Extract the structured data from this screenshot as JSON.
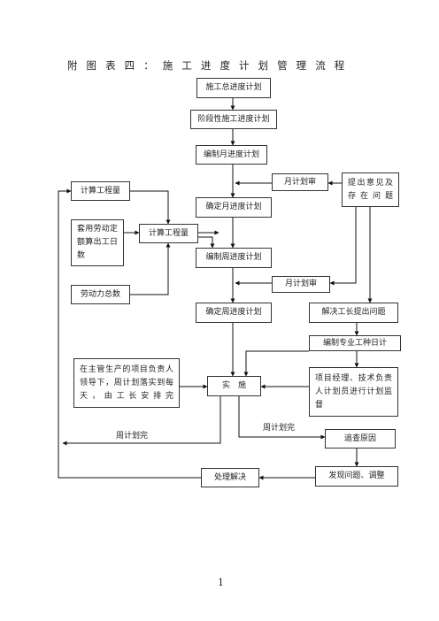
{
  "title": "附 图 表 四 ： 施 工 进 度 计 划 管 理 流 程",
  "nodes": {
    "total_plan": "施工总进度计划",
    "stage_plan": "阶段性施工进度计划",
    "make_month_plan": "编制月进度计划",
    "month_review_1": "月计划审",
    "suggest": "提出意见及存在问题",
    "calc_qty_1": "计算工程量",
    "confirm_month_plan": "确定月进度计划",
    "labor_quota": "套用劳动定额算出工日数",
    "calc_qty_2": "计算工程量",
    "make_week_plan": "编制周进度计划",
    "labor_total": "劳动力总数",
    "month_review_2": "月计划审",
    "confirm_week_plan": "确定周进度计划",
    "foreman_solve": "解决工长提出问题",
    "craft_plan": "编制专业工种日计",
    "pm_lead": "在主管生产的项目负责人领导下，周计划落实到每天，由工长安排完",
    "implement": "实　施",
    "pm_supervise": "项目经理、技术负责人计划员进行计划监督",
    "find_cause": "追查原因",
    "find_issue": "发现问题、调整",
    "handle": "处理解决"
  },
  "labels": {
    "week_plan_done": "周计划完",
    "week_plan_done_2": "周计划完"
  },
  "page_number": "1"
}
